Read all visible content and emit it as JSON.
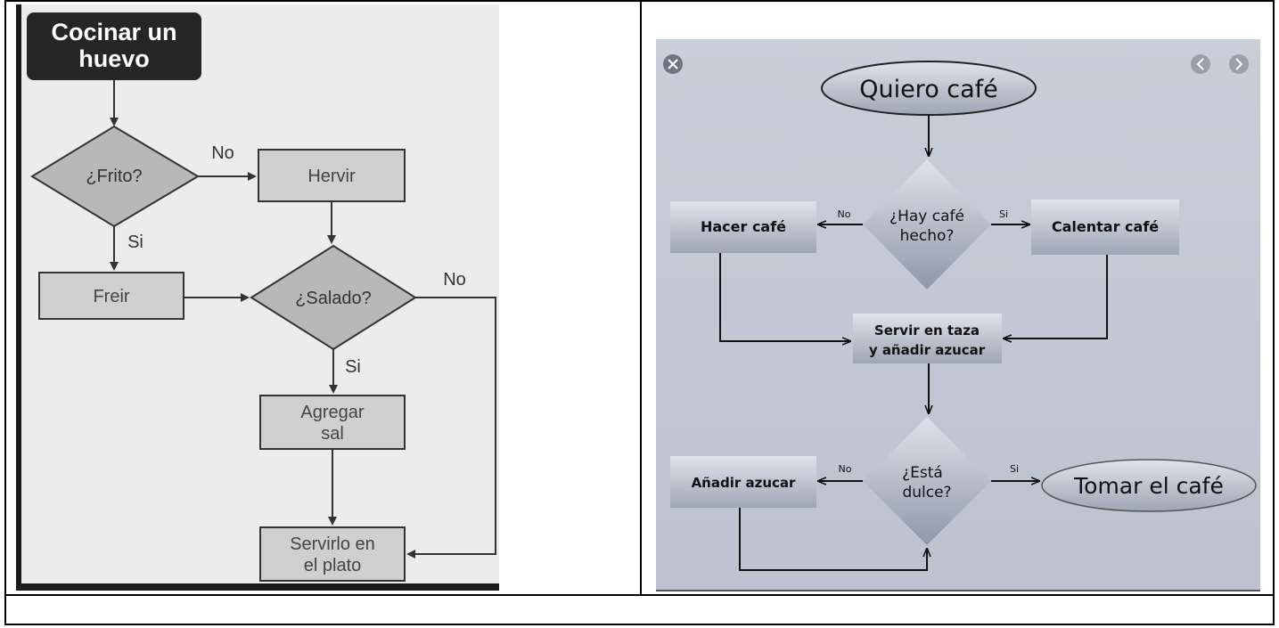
{
  "left_chart": {
    "title_line1": "Cocinar un",
    "title_line2": "huevo",
    "decision_frito": "¿Frito?",
    "label_no_1": "No",
    "box_hervir": "Hervir",
    "label_si_1": "Si",
    "box_freir": "Freir",
    "decision_salado": "¿Salado?",
    "label_no_2": "No",
    "label_si_2": "Si",
    "box_agregar_line1": "Agregar",
    "box_agregar_line2": "sal",
    "box_servir_line1": "Servirlo en",
    "box_servir_line2": "el plato"
  },
  "right_chart": {
    "start": "Quiero café",
    "decision_hay_line1": "¿Hay café",
    "decision_hay_line2": "hecho?",
    "label_no_1": "No",
    "label_si_1": "Si",
    "box_hacer": "Hacer café",
    "box_calentar": "Calentar café",
    "box_servir_line1": "Servir en taza",
    "box_servir_line2": "y añadir azucar",
    "decision_dulce_line1": "¿Está",
    "decision_dulce_line2": "dulce?",
    "label_no_2": "No",
    "label_si_2": "Si",
    "box_anadir": "Añadir azucar",
    "end": "Tomar el café"
  },
  "icons": {
    "close": "close-icon",
    "prev": "chevron-left-icon",
    "next": "chevron-right-icon"
  }
}
